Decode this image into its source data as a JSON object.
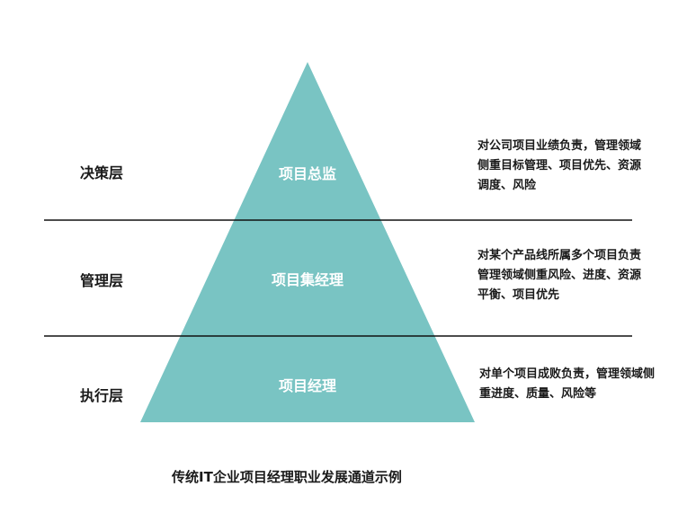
{
  "pyramid_color": "#79c4c3",
  "line_color": "#111111",
  "layers": [
    {
      "name": "决策层",
      "role": "项目总监",
      "description": [
        "对公司项目业绩负责，管理领域",
        "侧重目标管理、项目优先、资源",
        "调度、风险"
      ]
    },
    {
      "name": "管理层",
      "role": "项目集经理",
      "description": [
        "对某个产品线所属多个项目负责",
        "管理领域侧重风险、进度、资源",
        "平衡、项目优先"
      ]
    },
    {
      "name": "执行层",
      "role": "项目经理",
      "description": [
        "对单个项目成败负责，管理领域侧",
        "重进度、质量、风险等"
      ]
    }
  ],
  "caption": "传统IT企业项目经理职业发展通道示例"
}
